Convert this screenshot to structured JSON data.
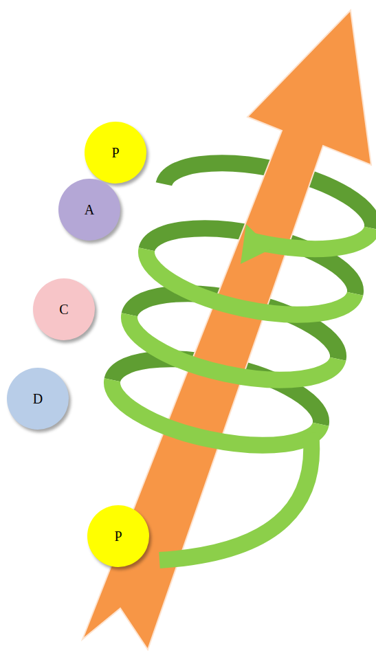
{
  "diagram": {
    "nodes": [
      {
        "text": [
          "P"
        ]
      },
      {
        "text": [
          "A"
        ]
      },
      {
        "text": [
          "C"
        ]
      },
      {
        "text": [
          "D"
        ]
      },
      {
        "text": [
          "P"
        ]
      }
    ]
  }
}
